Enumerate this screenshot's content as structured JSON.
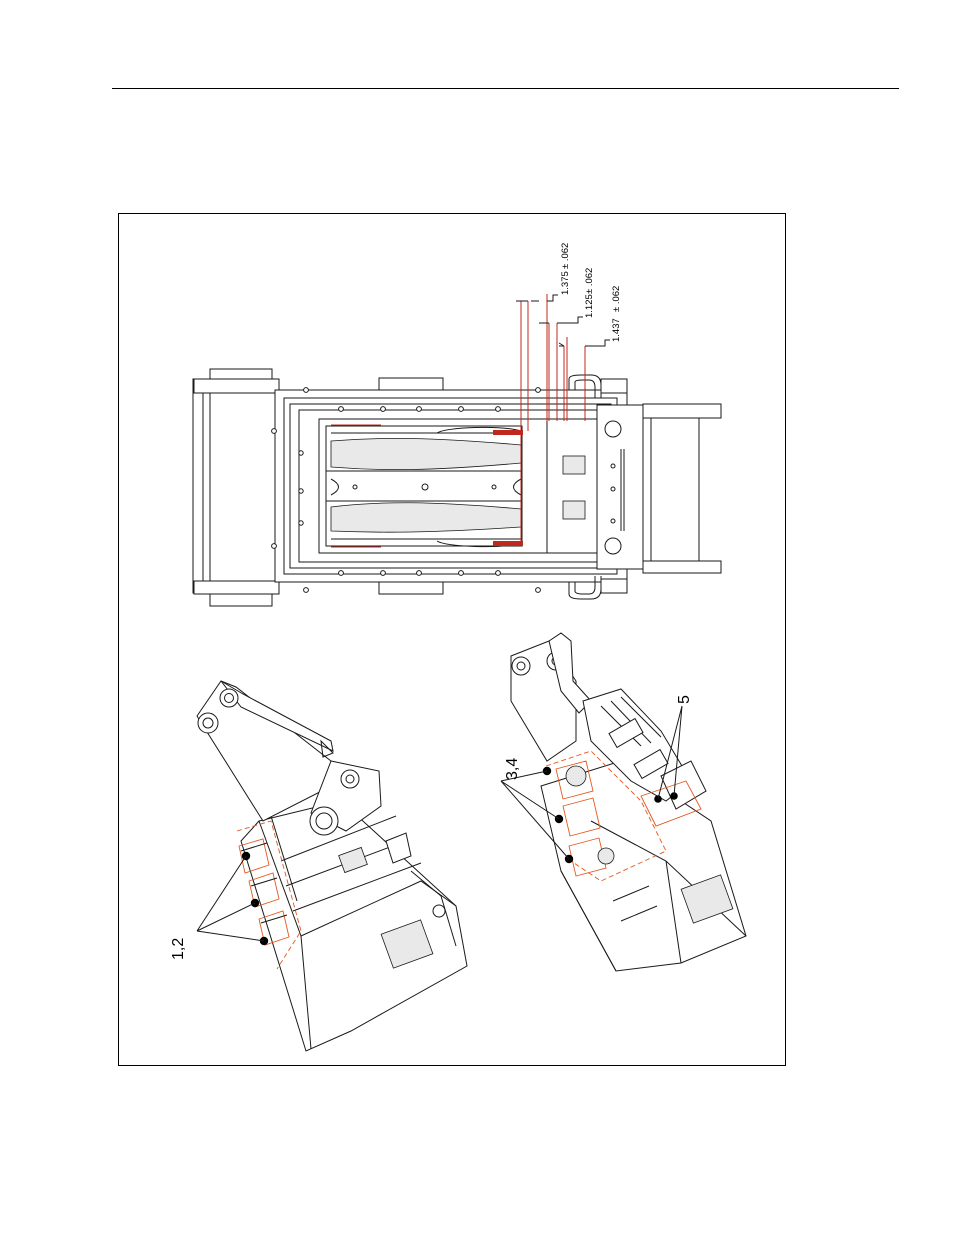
{
  "dimensions": [
    {
      "value": "1.375",
      "tolerance": "± .062"
    },
    {
      "value": "1.125",
      "tolerance": "± .062"
    },
    {
      "value": "1.437",
      "tolerance": "± .062"
    }
  ],
  "callouts": [
    {
      "label": "1,2"
    },
    {
      "label": "3,4"
    },
    {
      "label": "5"
    }
  ],
  "colors": {
    "line": "#1a1a1a",
    "highlight_orange": "#e2581e",
    "highlight_red": "#c0281e"
  }
}
